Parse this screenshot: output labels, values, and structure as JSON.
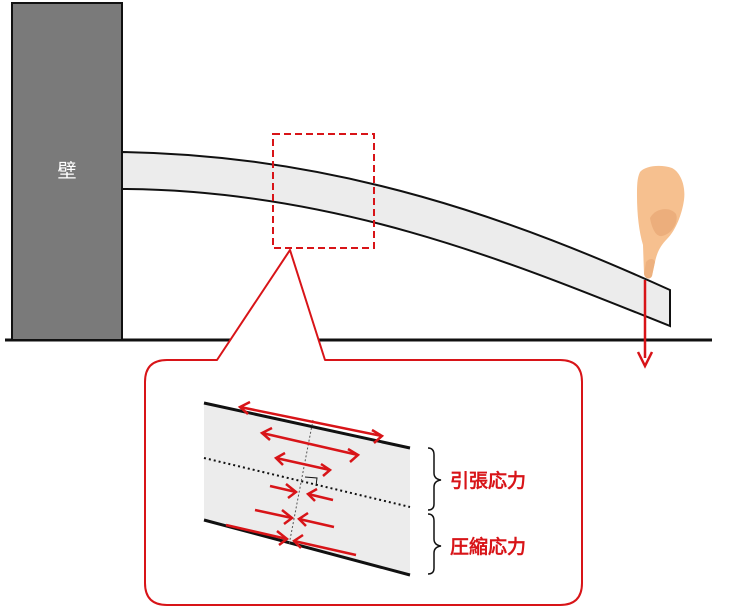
{
  "wall": {
    "label": "壁"
  },
  "labels": {
    "tension": "引張応力",
    "compression": "圧縮応力"
  },
  "colors": {
    "wall": "#7a7a7a",
    "beam_fill": "#ececec",
    "accent_red": "#d81418",
    "hand": "#f6c08f",
    "hand_shade": "#e8a774",
    "outline": "#111111"
  },
  "icons": {
    "hand": "pointing-hand-icon",
    "load_arrow": "down-arrow-icon"
  }
}
